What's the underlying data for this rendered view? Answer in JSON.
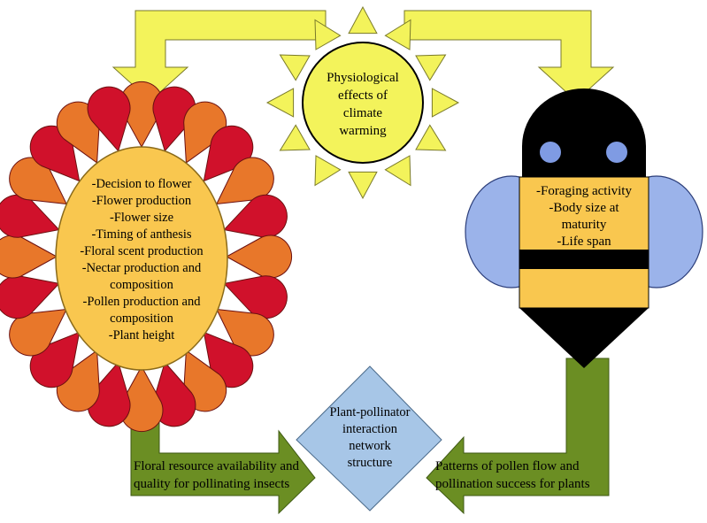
{
  "center": {
    "title_lines": [
      "Physiological",
      "effects of",
      "climate",
      "warming"
    ]
  },
  "flower": {
    "lines": [
      "-Decision to flower",
      "-Flower production",
      "-Flower size",
      "-Timing of anthesis",
      "-Floral scent production",
      "-Nectar production and",
      "composition",
      "-Pollen production and",
      "composition",
      "-Plant height"
    ],
    "colors": {
      "red": "#d0112b",
      "orange": "#e8772a",
      "center": "#f9c74f"
    }
  },
  "bee": {
    "lines": [
      "-Foraging activity",
      "-Body size at",
      "maturity",
      "-Life span"
    ],
    "colors": {
      "body": "#f9c74f",
      "black": "#000000",
      "wing": "#9bb3ea",
      "eye": "#7f9be3"
    }
  },
  "network": {
    "lines": [
      "Plant-pollinator",
      "interaction",
      "network",
      "structure"
    ],
    "color": "#a7c6e7"
  },
  "arrows": {
    "left_label": [
      "Floral resource availability and",
      "quality for pollinating insects"
    ],
    "right_label": [
      "Patterns of pollen flow and",
      "pollination success for plants"
    ],
    "yellow": "#f3f35b",
    "green": "#6b8e23"
  }
}
